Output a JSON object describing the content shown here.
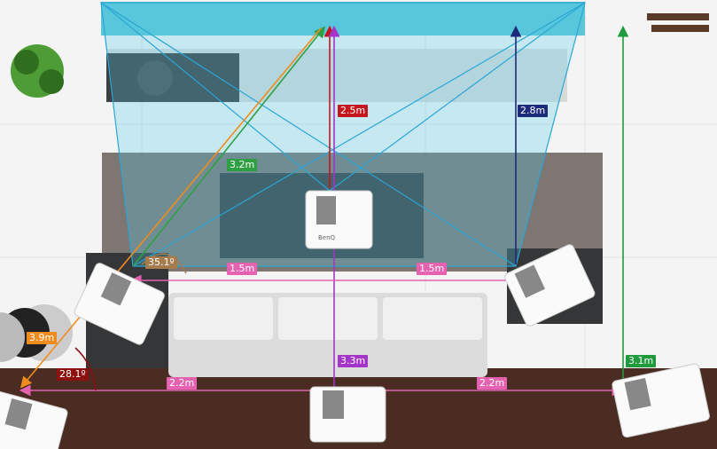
{
  "brand": "BenQ",
  "labels": {
    "ceiling_center": {
      "text": "2.5m",
      "color": "#c4161c"
    },
    "ceiling_right": {
      "text": "2.8m",
      "color": "#1c2a7a"
    },
    "diagonal_left": {
      "text": "3.2m",
      "color": "#2ea043"
    },
    "angle_upper": {
      "text": "35.1º",
      "color": "#a67c4e"
    },
    "offset_left": {
      "text": "1.5m",
      "color": "#e462b0"
    },
    "offset_right": {
      "text": "1.5m",
      "color": "#e462b0"
    },
    "diagonal_far": {
      "text": "3.9m",
      "color": "#f08c1e"
    },
    "angle_lower": {
      "text": "28.1º",
      "color": "#8c1010"
    },
    "rear_left": {
      "text": "2.2m",
      "color": "#e462b0"
    },
    "rear_right": {
      "text": "2.2m",
      "color": "#e462b0"
    },
    "rear_center": {
      "text": "3.3m",
      "color": "#a535c8"
    },
    "rear_far_right": {
      "text": "3.1m",
      "color": "#1f9a3c"
    }
  }
}
